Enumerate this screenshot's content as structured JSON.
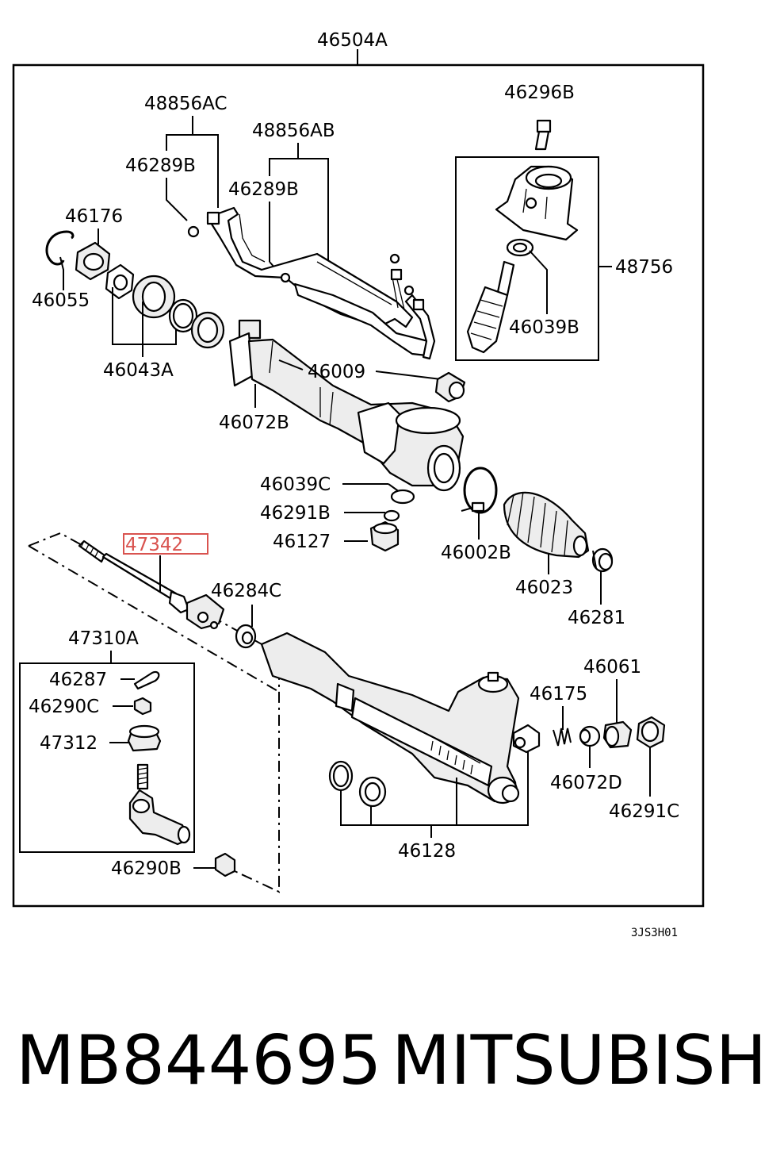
{
  "assembly_label": "46504A",
  "highlight_color": "#d9534f",
  "parts": {
    "p48856AC": "48856AC",
    "p48856AB": "48856AB",
    "p46289B_a": "46289B",
    "p46289B_b": "46289B",
    "p46296B": "46296B",
    "p46176": "46176",
    "p46055": "46055",
    "p46043A": "46043A",
    "p46009": "46009",
    "p46072B": "46072B",
    "p48756": "48756",
    "p46039B": "46039B",
    "p46039C": "46039C",
    "p46291B": "46291B",
    "p46127": "46127",
    "p46002B": "46002B",
    "p46023": "46023",
    "p46281": "46281",
    "p47342": "47342",
    "p46284C": "46284C",
    "p47310A": "47310A",
    "p46287": "46287",
    "p46290C": "46290C",
    "p47312": "47312",
    "p46290B": "46290B",
    "p46061": "46061",
    "p46175": "46175",
    "p46072D": "46072D",
    "p46291C": "46291C",
    "p46128": "46128"
  },
  "diagram_code": "3JS3H01",
  "footer": {
    "part_number": "MB844695",
    "brand": "MITSUBISHI"
  }
}
